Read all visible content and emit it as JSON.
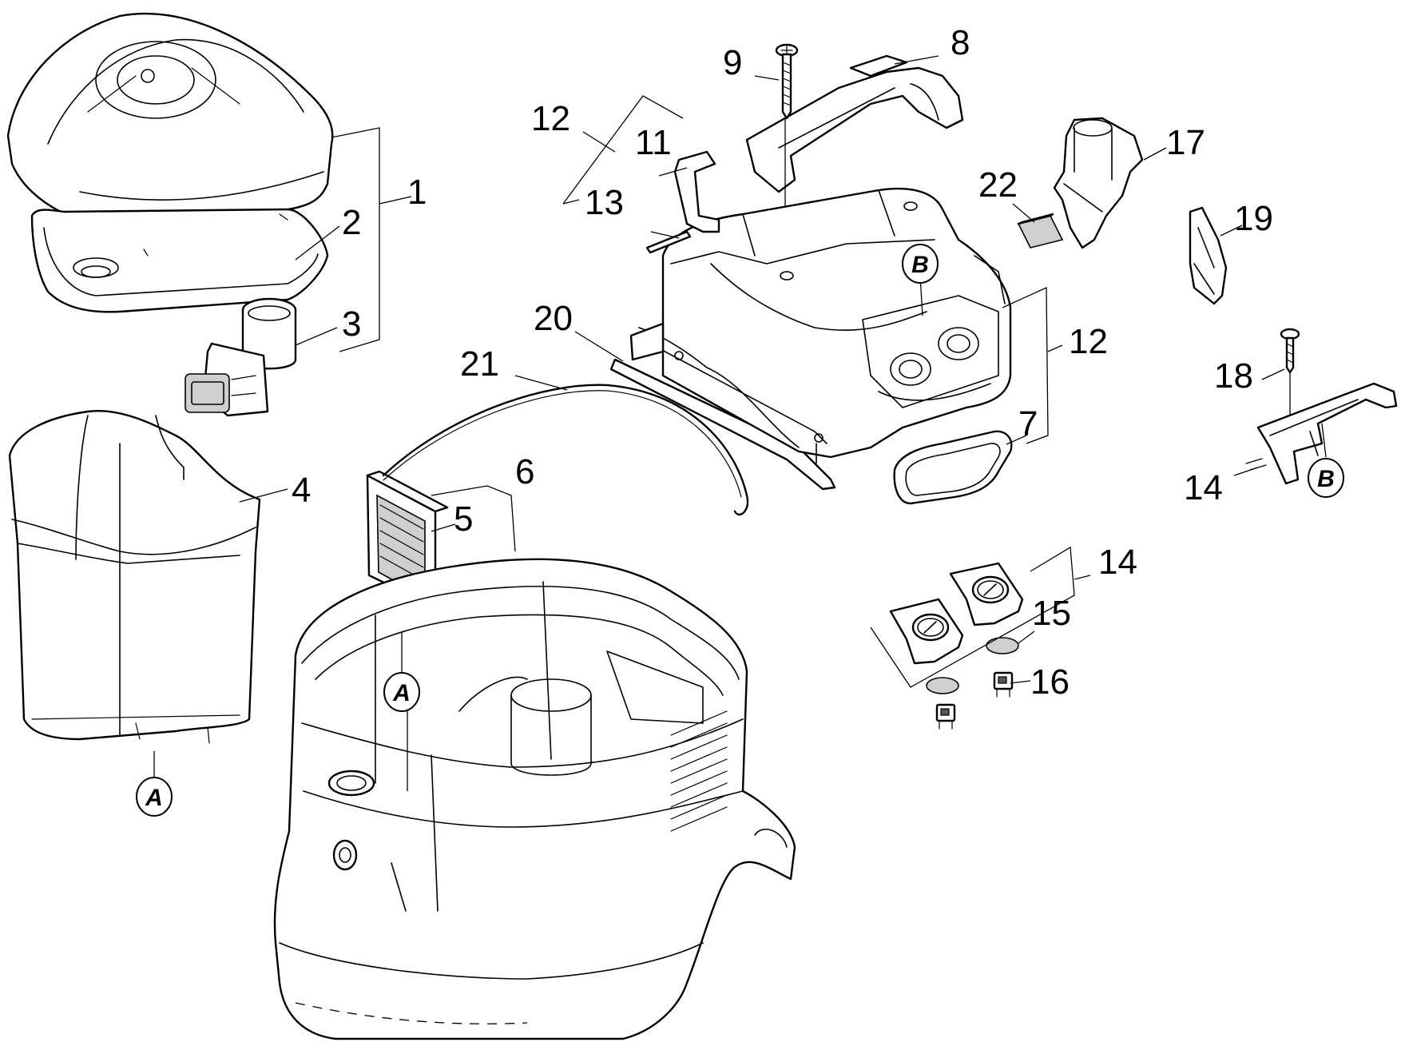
{
  "callouts": {
    "c1": "1",
    "c2": "2",
    "c3": "3",
    "c4": "4",
    "c5": "5",
    "c6": "6",
    "c7": "7",
    "c8": "8",
    "c9": "9",
    "c11": "11",
    "c12a": "12",
    "c12b": "12",
    "c13": "13",
    "c14a": "14",
    "c14b": "14",
    "c15": "15",
    "c16": "16",
    "c17": "17",
    "c18": "18",
    "c19": "19",
    "c20": "20",
    "c21": "21",
    "c22": "22"
  },
  "references": {
    "a_top": "A",
    "a_bottom": "A",
    "b_top": "B",
    "b_bottom": "B"
  }
}
